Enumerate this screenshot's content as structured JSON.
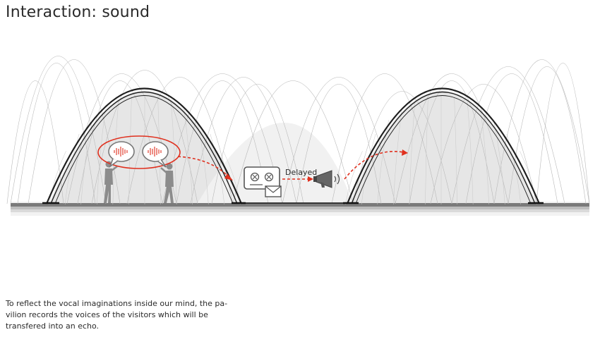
{
  "title": "Interaction: sound",
  "diagram": {
    "delay_label": "Delayed",
    "colors": {
      "echo_path": "#e0301e",
      "voice_highlight": "#e0301e",
      "canopy_fill": "#e6e6e6",
      "ground": "#666666",
      "figures": "#8c8c8c"
    },
    "icons": [
      "person-icon",
      "speech-bubble-icon",
      "recorder-icon",
      "envelope-icon",
      "megaphone-icon"
    ]
  },
  "caption": {
    "lines": [
      "To reflect the vocal imaginations inside our mind, the pa-",
      "vilion records the voices of the visitors which will be",
      "transfered into an echo."
    ]
  }
}
